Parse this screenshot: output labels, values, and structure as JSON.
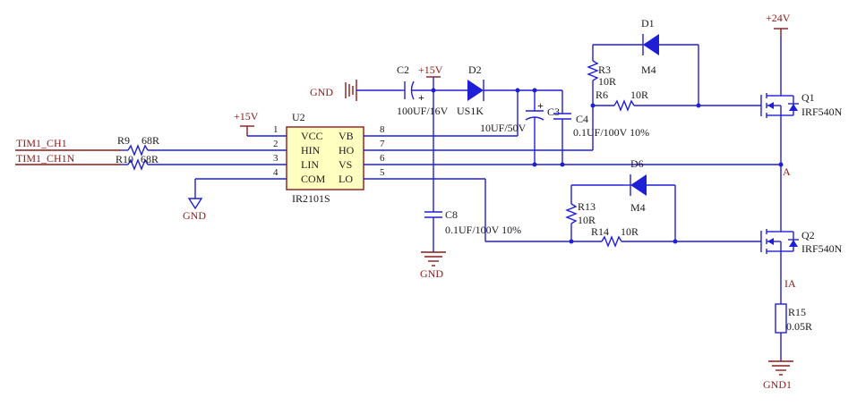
{
  "labels": {
    "tim1_ch1": "TIM1_CH1",
    "tim1_ch1n": "TIM1_CH1N",
    "r9": "R9",
    "r9_val": "68R",
    "r10": "R10",
    "r10_val": "68R",
    "vcc15_left": "+15V",
    "gnd_left": "GND",
    "u2": "U2",
    "u2_part": "IR2101S",
    "pins_left": [
      "VCC",
      "HIN",
      "LIN",
      "COM"
    ],
    "pins_right": [
      "VB",
      "HO",
      "VS",
      "LO"
    ],
    "pin_nums_left": [
      "1",
      "2",
      "3",
      "4"
    ],
    "pin_nums_right": [
      "8",
      "7",
      "6",
      "5"
    ],
    "gnd_top": "GND",
    "c2": "C2",
    "c2_val": "100UF/16V",
    "vcc15_top": "+15V",
    "d2": "D2",
    "d2_val": "US1K",
    "c3": "C3",
    "c3_val": "10UF/50V",
    "c4": "C4",
    "c4_val": "0.1UF/100V 10%",
    "c8": "C8",
    "c8_val": "0.1UF/100V 10%",
    "gnd_mid": "GND",
    "d1": "D1",
    "d1_val": "M4",
    "r3": "R3",
    "r3_val": "10R",
    "r6": "R6",
    "r6_val": "10R",
    "q1": "Q1",
    "q1_val": "IRF540N",
    "vcc24": "+24V",
    "node_a": "A",
    "d6": "D6",
    "d6_val": "M4",
    "r13": "R13",
    "r13_val": "10R",
    "r14": "R14",
    "r14_val": "10R",
    "q2": "Q2",
    "q2_val": "IRF540N",
    "ia": "IA",
    "r15": "R15",
    "r15_val": "0.05R",
    "gnd1": "GND1",
    "plus1": "+",
    "plus2": "+"
  }
}
